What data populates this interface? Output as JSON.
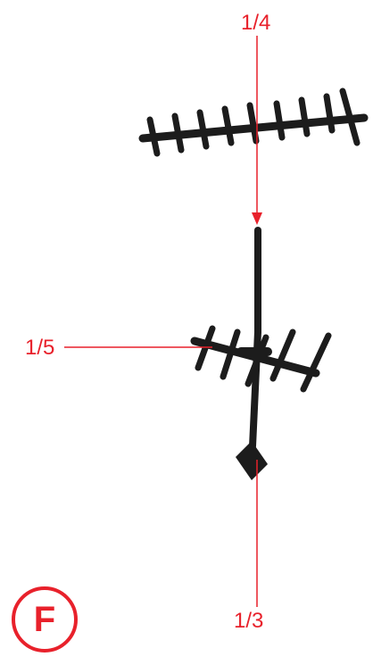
{
  "callouts": {
    "top": "1/4",
    "left": "1/5",
    "bottom": "1/3"
  },
  "badge": {
    "letter": "F"
  },
  "colors": {
    "callout": "#e8212b",
    "part": "#1c1c1c",
    "background": "#ffffff"
  },
  "icons": {
    "top_part": "yagi-antenna-icon",
    "bottom_part": "tv-antenna-on-mast-icon"
  }
}
